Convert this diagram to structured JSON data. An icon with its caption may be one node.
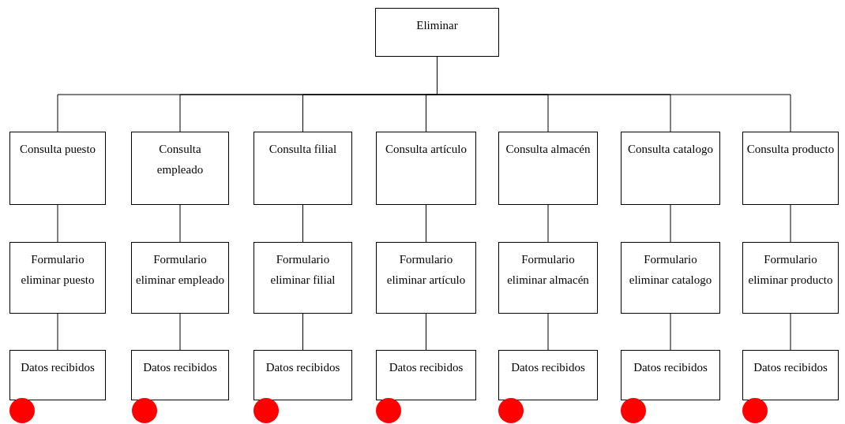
{
  "diagram": {
    "nodes": [
      {
        "text": [
          "Eliminar"
        ]
      },
      {
        "text": [
          "Consulta puesto"
        ]
      },
      {
        "text": [
          "Consulta empleado"
        ]
      },
      {
        "text": [
          "Consulta filial"
        ]
      },
      {
        "text": [
          "Consulta artículo"
        ]
      },
      {
        "text": [
          "Consulta almacén"
        ]
      },
      {
        "text": [
          "Consulta catalogo"
        ]
      },
      {
        "text": [
          "Consulta producto"
        ]
      },
      {
        "text": [
          "Formulario eliminar puesto"
        ]
      },
      {
        "text": [
          "Formulario eliminar empleado"
        ]
      },
      {
        "text": [
          "Formulario eliminar filial"
        ]
      },
      {
        "text": [
          "Formulario eliminar artículo"
        ]
      },
      {
        "text": [
          "Formulario eliminar almacén"
        ]
      },
      {
        "text": [
          "Formulario eliminar catalogo"
        ]
      },
      {
        "text": [
          "Formulario eliminar producto"
        ]
      },
      {
        "text": [
          "Datos recibidos"
        ]
      },
      {
        "text": [
          "Datos recibidos"
        ]
      },
      {
        "text": [
          "Datos recibidos"
        ]
      },
      {
        "text": [
          "Datos recibidos"
        ]
      },
      {
        "text": [
          "Datos recibidos"
        ]
      },
      {
        "text": [
          "Datos recibidos"
        ]
      },
      {
        "text": [
          "Datos recibidos"
        ]
      },
      {
        "text": [],
        "shape": "circle"
      },
      {
        "text": [],
        "shape": "circle"
      },
      {
        "text": [],
        "shape": "circle"
      },
      {
        "text": [],
        "shape": "circle"
      },
      {
        "text": [],
        "shape": "circle"
      },
      {
        "text": [],
        "shape": "circle"
      },
      {
        "text": [],
        "shape": "circle"
      }
    ],
    "edges": [
      {
        "from": 0,
        "to": 1,
        "arrow": "none"
      },
      {
        "from": 0,
        "to": 2,
        "arrow": "none"
      },
      {
        "from": 0,
        "to": 3,
        "arrow": "none"
      },
      {
        "from": 0,
        "to": 4,
        "arrow": "none"
      },
      {
        "from": 0,
        "to": 5,
        "arrow": "none"
      },
      {
        "from": 0,
        "to": 6,
        "arrow": "none"
      },
      {
        "from": 0,
        "to": 7,
        "arrow": "none"
      },
      {
        "from": 1,
        "to": 8,
        "arrow": "none"
      },
      {
        "from": 2,
        "to": 9,
        "arrow": "none"
      },
      {
        "from": 3,
        "to": 10,
        "arrow": "none"
      },
      {
        "from": 4,
        "to": 11,
        "arrow": "none"
      },
      {
        "from": 5,
        "to": 12,
        "arrow": "none"
      },
      {
        "from": 6,
        "to": 13,
        "arrow": "none"
      },
      {
        "from": 7,
        "to": 14,
        "arrow": "none"
      },
      {
        "from": 8,
        "to": 15,
        "arrow": "none"
      },
      {
        "from": 9,
        "to": 16,
        "arrow": "none"
      },
      {
        "from": 10,
        "to": 17,
        "arrow": "none"
      },
      {
        "from": 11,
        "to": 18,
        "arrow": "none"
      },
      {
        "from": 12,
        "to": 19,
        "arrow": "none"
      },
      {
        "from": 13,
        "to": 20,
        "arrow": "none"
      },
      {
        "from": 14,
        "to": 21,
        "arrow": "none"
      }
    ]
  }
}
